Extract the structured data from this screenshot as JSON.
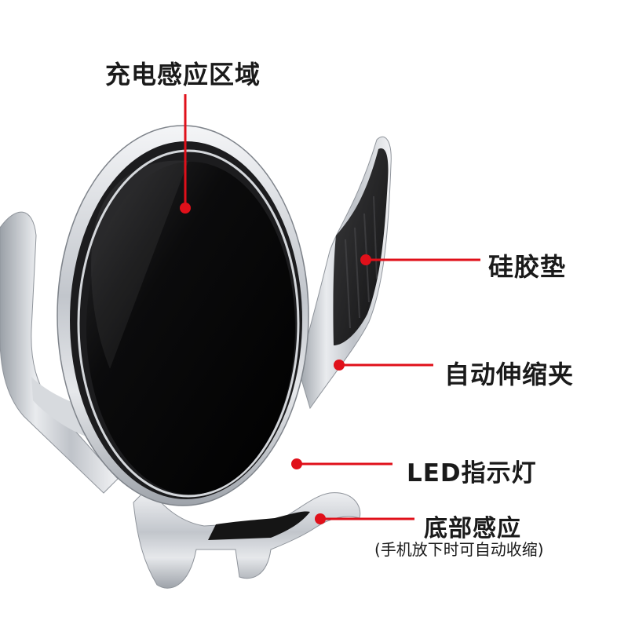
{
  "callouts": {
    "charge_area": "充电感应区域",
    "silicone_pad": "硅胶垫",
    "auto_clamp": "自动伸缩夹",
    "led_indicator": "LED指示灯",
    "bottom_sensor": "底部感应",
    "bottom_sensor_note": "(手机放下时可自动收缩)"
  },
  "colors": {
    "callout_line": "#e0101a",
    "callout_dot": "#e0101a",
    "text": "#1a1a1a",
    "silver": "#c9ccd1",
    "glass": "#050505"
  }
}
